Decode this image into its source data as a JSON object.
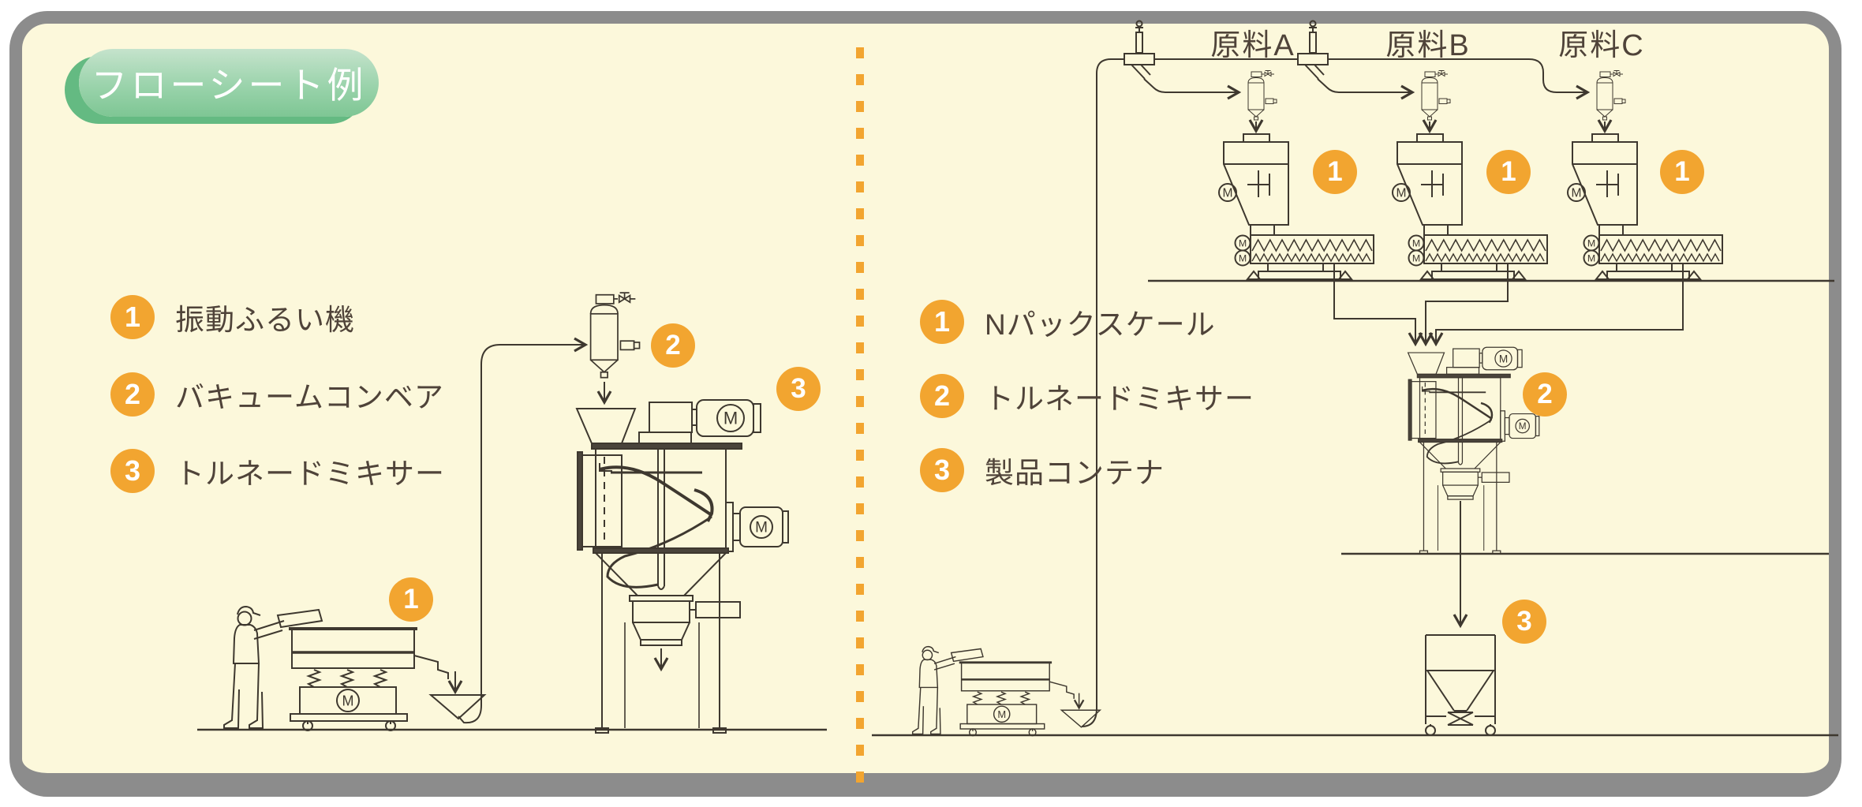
{
  "title": "フローシート例",
  "motor_label": "M",
  "colors": {
    "background": "#FCF8DB",
    "border_gray": "#8C8C8C",
    "accent_orange": "#F2A530",
    "badge_green_light": "#C5E3CC",
    "badge_green_dark": "#64BA82",
    "line": "#3E382F",
    "text": "#4F4339"
  },
  "left_panel": {
    "legend": [
      {
        "num": "1",
        "label": "振動ふるい機"
      },
      {
        "num": "2",
        "label": "バキュームコンベア"
      },
      {
        "num": "3",
        "label": "トルネードミキサー"
      }
    ]
  },
  "right_panel": {
    "materials": [
      "原料A",
      "原料B",
      "原料C"
    ],
    "legend": [
      {
        "num": "1",
        "label": "Nパックスケール"
      },
      {
        "num": "2",
        "label": "トルネードミキサー"
      },
      {
        "num": "3",
        "label": "製品コンテナ"
      }
    ]
  }
}
